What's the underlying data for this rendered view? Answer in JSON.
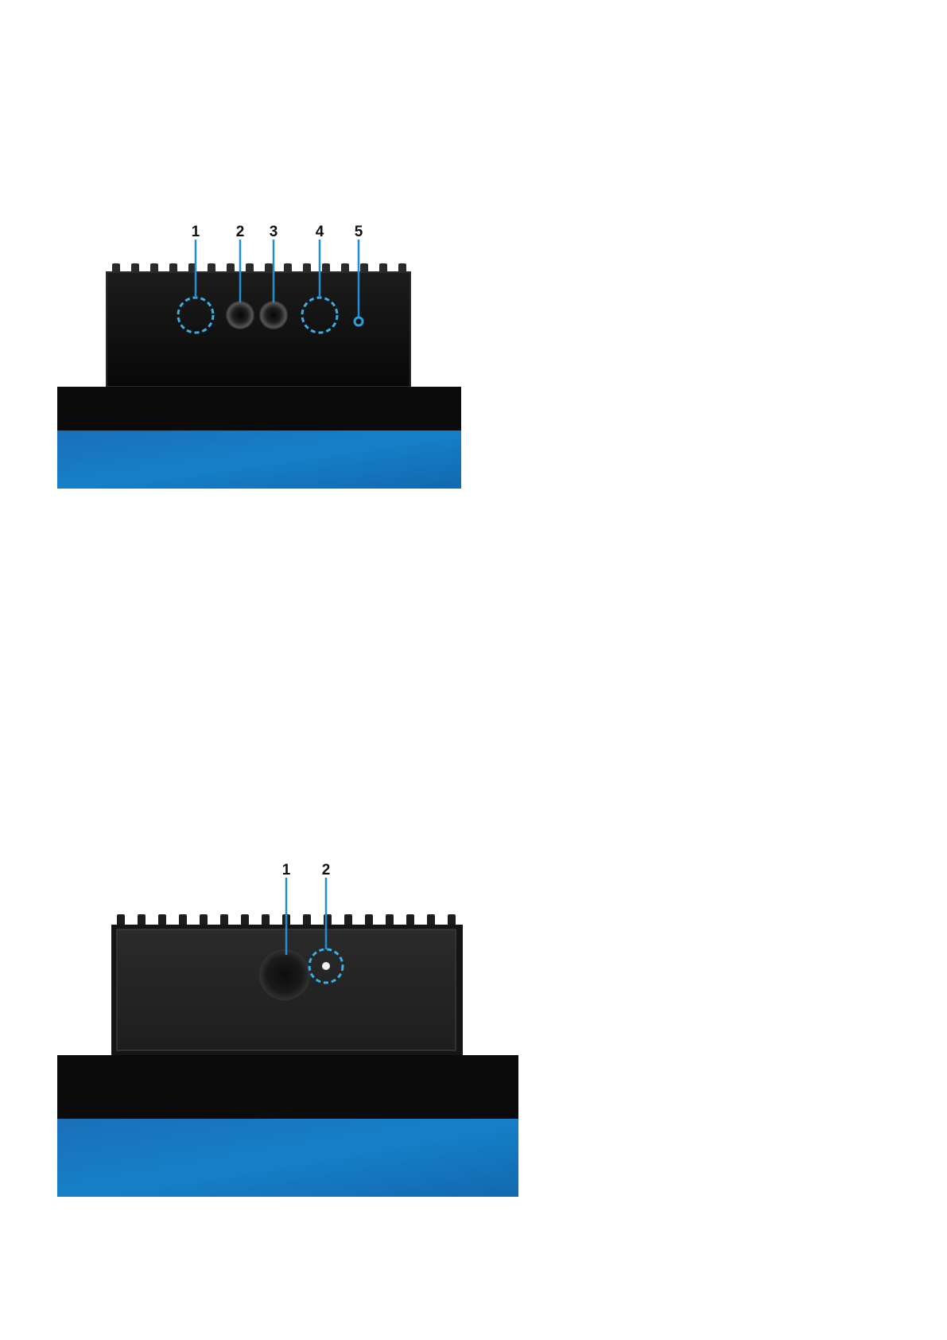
{
  "figures": [
    {
      "id": "camera-module-dual",
      "callouts": [
        "1",
        "2",
        "3",
        "4",
        "5"
      ]
    },
    {
      "id": "camera-module-single",
      "callouts": [
        "1",
        "2"
      ]
    }
  ],
  "colors": {
    "housing": "#141414",
    "housing_dark": "#0a0a0a",
    "bezel": "#0b0b0b",
    "screen_blue": "#1576c2",
    "callout_line": "#1f8fd6",
    "highlight_dashed": "#3ab0e6"
  }
}
